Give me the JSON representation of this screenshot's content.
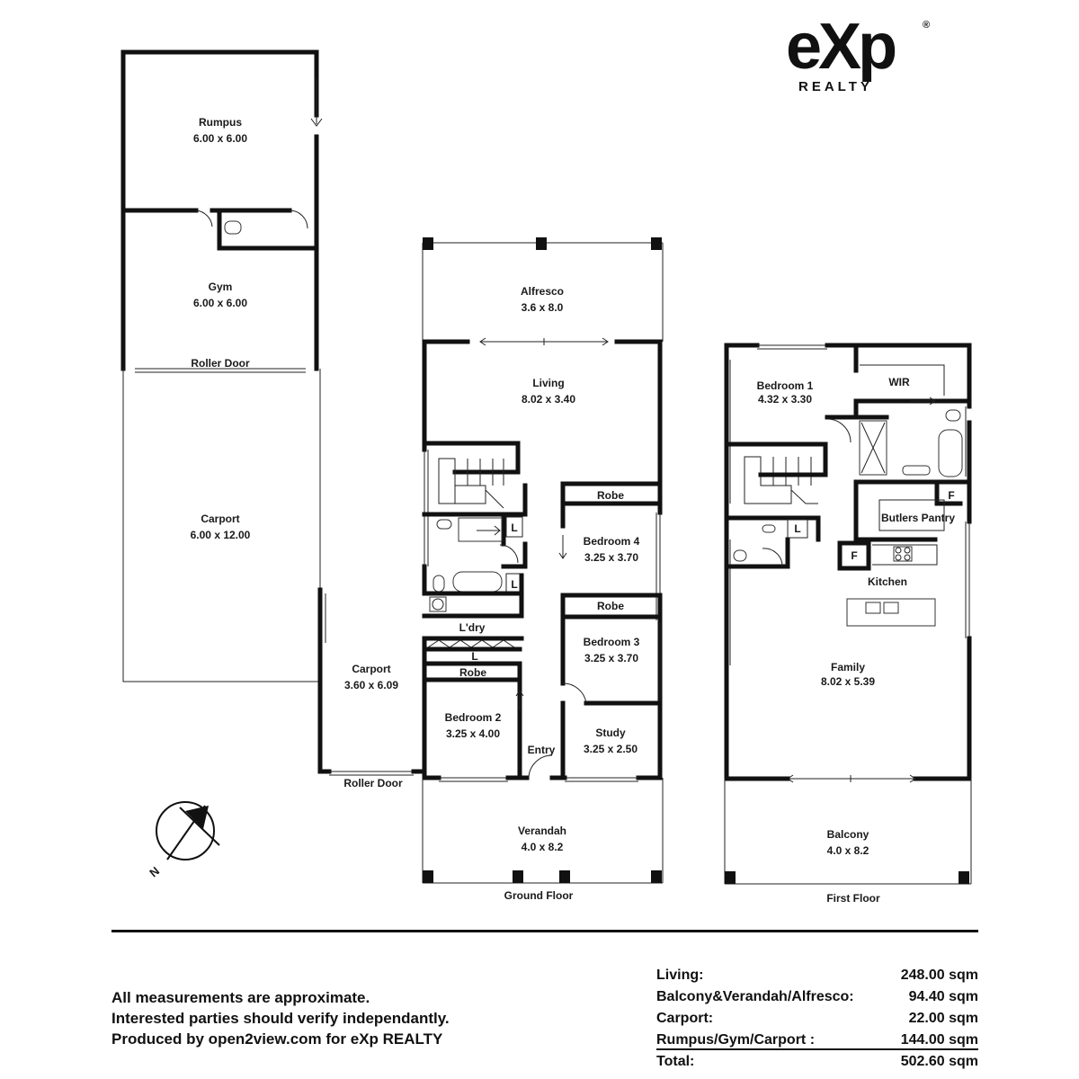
{
  "brand": {
    "mark": "eXp",
    "sub": "REALTY",
    "reg": "®"
  },
  "floors": {
    "ground": "Ground Floor",
    "first": "First Floor"
  },
  "rooms": {
    "rumpus": {
      "name": "Rumpus",
      "dim": "6.00 x 6.00"
    },
    "gym": {
      "name": "Gym",
      "dim": "6.00 x 6.00"
    },
    "roller_door_top": "Roller Door",
    "carport_big": {
      "name": "Carport",
      "dim": "6.00 x 12.00"
    },
    "carport_small": {
      "name": "Carport",
      "dim": "3.60 x 6.09"
    },
    "roller_door_bottom": "Roller Door",
    "alfresco": {
      "name": "Alfresco",
      "dim": "3.6 x 8.0"
    },
    "living": {
      "name": "Living",
      "dim": "8.02 x 3.40"
    },
    "robe4": "Robe",
    "bedroom4": {
      "name": "Bedroom 4",
      "dim": "3.25 x 3.70"
    },
    "robe3": "Robe",
    "bedroom3": {
      "name": "Bedroom 3",
      "dim": "3.25 x 3.70"
    },
    "laundry": "L'dry",
    "laundry_l": "L",
    "robe2": "Robe",
    "bedroom2": {
      "name": "Bedroom 2",
      "dim": "3.25 x 4.00"
    },
    "study": {
      "name": "Study",
      "dim": "3.25 x 2.50"
    },
    "entry": "Entry",
    "verandah": {
      "name": "Verandah",
      "dim": "4.0 x 8.2"
    },
    "linen1": "L",
    "linen2": "L",
    "bedroom1": {
      "name": "Bedroom 1",
      "dim": "4.32 x 3.30"
    },
    "wir": "WIR",
    "fridge1": "F",
    "butlers": "Butlers Pantry",
    "fridge2": "F",
    "linen3": "L",
    "kitchen": "Kitchen",
    "family": {
      "name": "Family",
      "dim": "8.02 x 5.39"
    },
    "balcony": {
      "name": "Balcony",
      "dim": "4.0 x 8.2"
    }
  },
  "compass": {
    "north": "N"
  },
  "notes": [
    "All measurements are approximate.",
    "Interested parties should verify independantly.",
    "Produced by open2view.com for eXp REALTY"
  ],
  "areas": [
    {
      "label": "Living:",
      "value": "248.00 sqm"
    },
    {
      "label": "Balcony&Verandah/Alfresco:",
      "value": "94.40 sqm"
    },
    {
      "label": "Carport:",
      "value": "22.00 sqm"
    },
    {
      "label": "Rumpus/Gym/Carport :",
      "value": "144.00 sqm"
    },
    {
      "label": "Total:",
      "value": "502.60 sqm"
    }
  ]
}
